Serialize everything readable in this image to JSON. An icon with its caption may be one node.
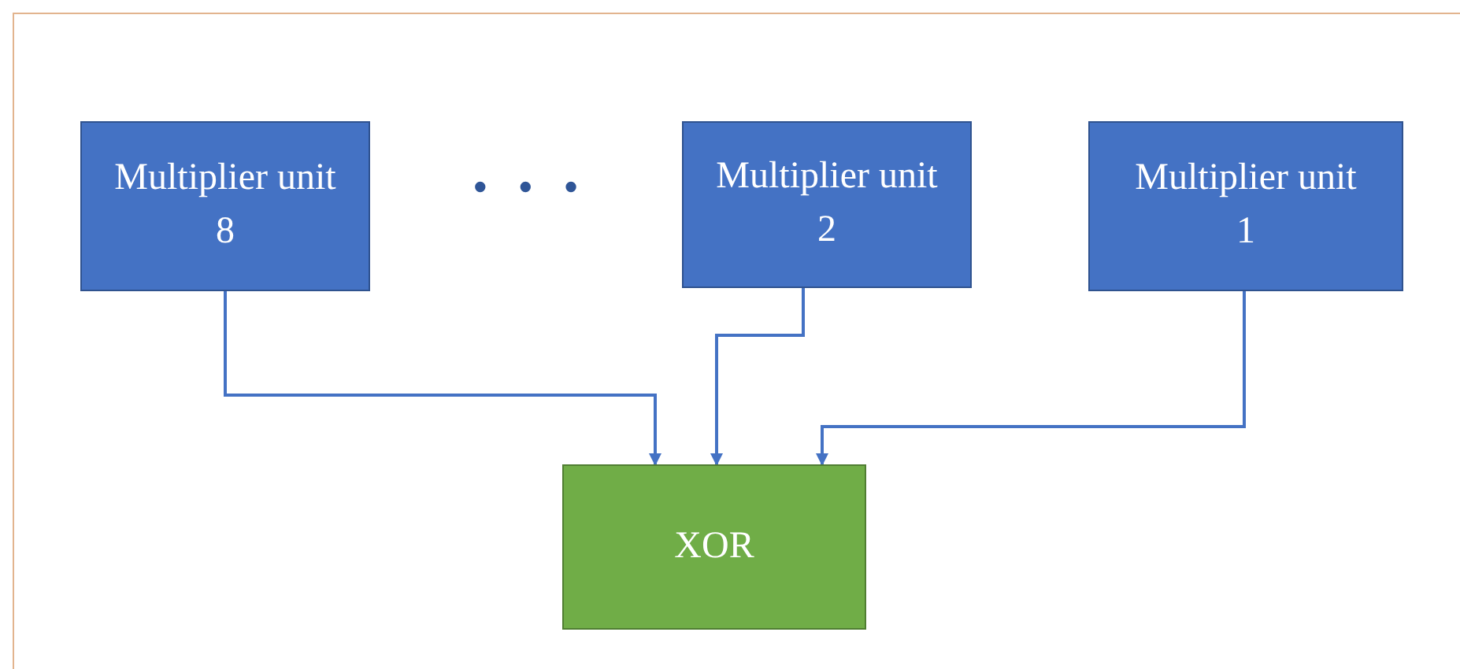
{
  "diagram": {
    "nodes": [
      {
        "text": [
          "Multiplier unit 8"
        ]
      },
      {
        "text": [
          "Multiplier unit 2"
        ]
      },
      {
        "text": [
          "Multiplier unit 1"
        ]
      },
      {
        "text": [
          "XOR"
        ]
      }
    ],
    "edges": [
      {
        "from": 0,
        "to": 3,
        "arrow": "to"
      },
      {
        "from": 1,
        "to": 3,
        "arrow": "to"
      },
      {
        "from": 2,
        "to": 3,
        "arrow": "to"
      }
    ],
    "labels": [
      "• • •"
    ]
  }
}
